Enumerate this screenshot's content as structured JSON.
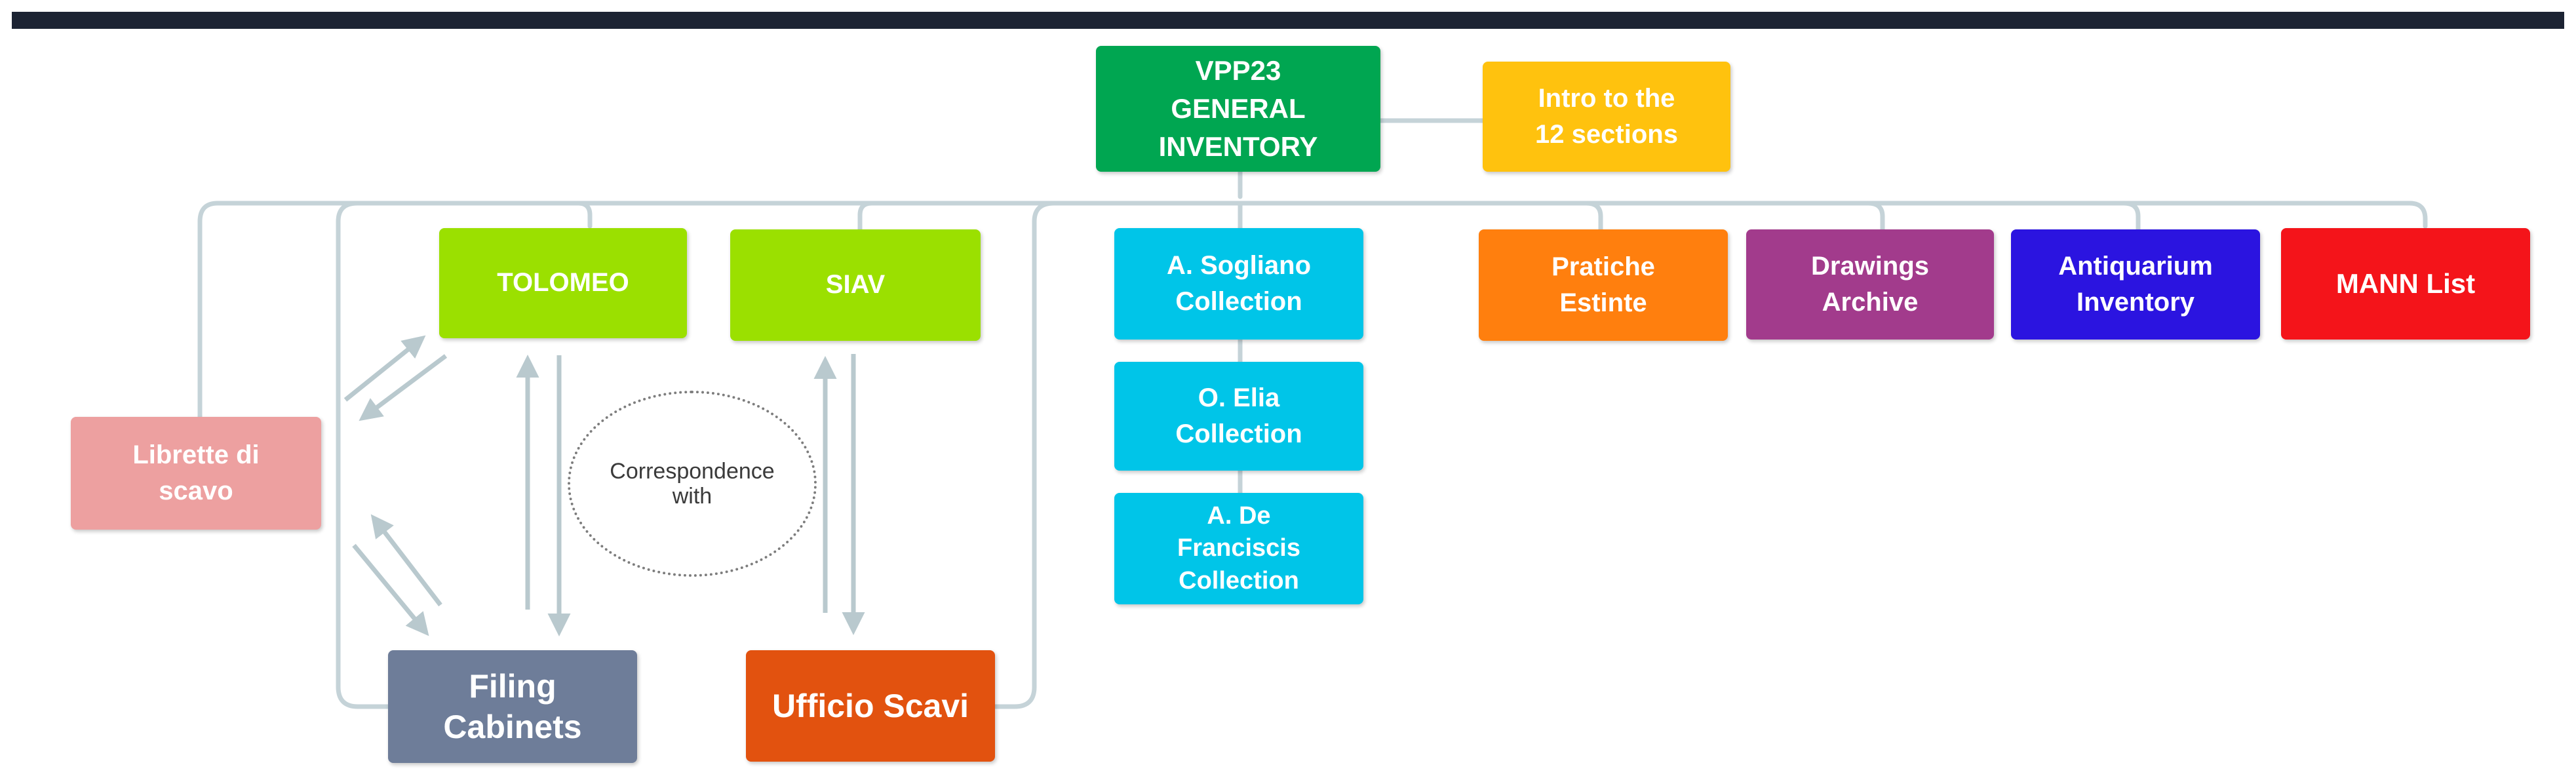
{
  "diagram": {
    "root": {
      "label": "VPP23\nGENERAL\nINVENTORY",
      "color": "#00a651"
    },
    "intro": {
      "label": "Intro to the\n12 sections",
      "color": "#ffc20e"
    },
    "sections": [
      {
        "id": "tolomeo",
        "label": "TOLOMEO",
        "color": "#9be000"
      },
      {
        "id": "siav",
        "label": "SIAV",
        "color": "#9be000"
      },
      {
        "id": "sogliano",
        "label": "A. Sogliano\nCollection",
        "color": "#00c5e8"
      },
      {
        "id": "elia",
        "label": "O. Elia\nCollection",
        "color": "#00c5e8"
      },
      {
        "id": "defranciscis",
        "label": "A. De\nFranciscis\nCollection",
        "color": "#00c5e8"
      },
      {
        "id": "pratiche",
        "label": "Pratiche\nEstinte",
        "color": "#ff7f0e"
      },
      {
        "id": "drawings",
        "label": "Drawings\nArchive",
        "color": "#a23b8c"
      },
      {
        "id": "antiquarium",
        "label": "Antiquarium\nInventory",
        "color": "#2b14e0"
      },
      {
        "id": "mann",
        "label": "MANN List",
        "color": "#f4141a"
      },
      {
        "id": "librette",
        "label": "Librette di\nscavo",
        "color": "#eda0a0"
      },
      {
        "id": "filing",
        "label": "Filing\nCabinets",
        "color": "#6e7d99"
      },
      {
        "id": "ufficio",
        "label": "Ufficio Scavi",
        "color": "#e2520f"
      }
    ],
    "correspondence": "Correspondence\nwith",
    "connector_color": "#c5d3d8"
  }
}
